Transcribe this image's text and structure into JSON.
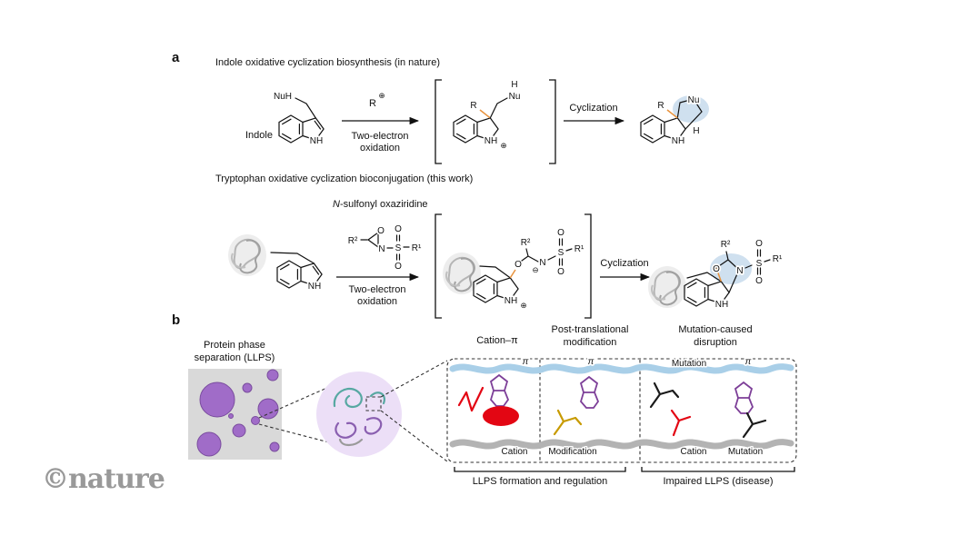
{
  "watermark": "©nature",
  "panel_a": {
    "label": "a",
    "nature_scheme": {
      "title": "Indole oxidative cyclization biosynthesis (in nature)",
      "reactant_name": "Indole",
      "nuh": "NuH",
      "nu": "Nu",
      "h": "H",
      "r": "R",
      "nh": "NH",
      "plus": "⊕",
      "oxidation_line1": "Two-electron",
      "oxidation_line2": "oxidation",
      "cyclization": "Cyclization"
    },
    "work_scheme": {
      "title": "Tryptophan oxidative cyclization bioconjugation (this work)",
      "reagent_n": "N",
      "reagent_rest": "-sulfonyl oxaziridine",
      "nh": "NH",
      "o": "O",
      "n": "N",
      "s": "S",
      "r1": "R¹",
      "r2": "R²",
      "plus": "⊕",
      "minus": "⊖",
      "oxidation_line1": "Two-electron",
      "oxidation_line2": "oxidation",
      "cyclization": "Cyclization"
    }
  },
  "panel_b": {
    "label": "b",
    "llps_line1": "Protein phase",
    "llps_line2": "separation (LLPS)",
    "pi": "π",
    "sections": {
      "cation_pi": {
        "title": "Cation–π",
        "bottom": "Cation"
      },
      "ptm": {
        "title_line1": "Post-translational",
        "title_line2": "modification",
        "bottom": "Modification"
      },
      "mutation": {
        "title_line1": "Mutation-caused",
        "title_line2": "disruption",
        "top": "Mutation",
        "bottom_left": "Cation",
        "bottom_right": "Mutation"
      }
    },
    "brace_left": "LLPS formation and regulation",
    "brace_right": "Impaired LLPS (disease)"
  },
  "colors": {
    "highlight_blue": "#cfe0ef",
    "bond_orange": "#e8923c",
    "droplet_purple": "#a06cc8",
    "droplet_stroke": "#7a4d9e",
    "zoom_fill": "#ecdff7",
    "wave_blue": "#a9cfe8",
    "wave_gray": "#b3b3b3",
    "residue_purple": "#7d3f98",
    "residue_red": "#e30613",
    "residue_gold": "#c79a00",
    "protein_gray": "#a8a8a8",
    "chain_teal": "#57a8a2",
    "chain_purple": "#8a5fb0",
    "chain_gray": "#9a9a9a"
  }
}
